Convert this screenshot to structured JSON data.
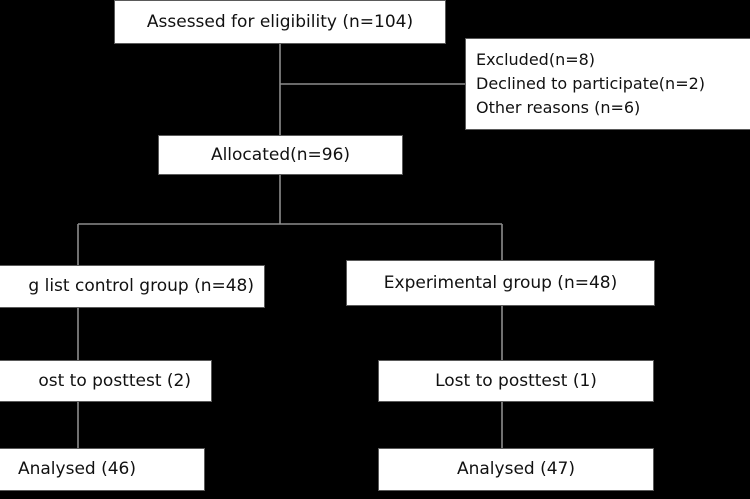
{
  "diagram": {
    "eligibility": "Assessed for eligibility (n=104)",
    "excluded": {
      "title": "Excluded(n=8)",
      "declined": "Declined to participate(n=2)",
      "other": "Other reasons (n=6)"
    },
    "allocated": "Allocated(n=96)",
    "control_group": "g list control group (n=48)",
    "experimental_group": "Experimental group (n=48)",
    "control_lost": "ost to posttest (2)",
    "experimental_lost": "Lost to posttest (1)",
    "control_analysed": "Analysed (46)",
    "experimental_analysed": "Analysed (47)"
  },
  "colors": {
    "background": "#000000",
    "box_fill": "#ffffff",
    "box_border": "#5a5a5a",
    "connector": "#8c8c8c",
    "text": "#111111"
  }
}
